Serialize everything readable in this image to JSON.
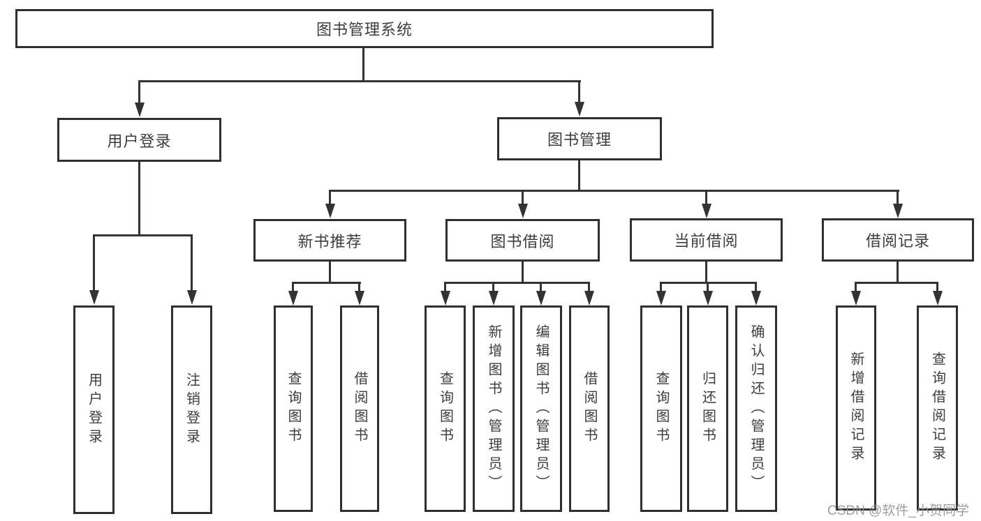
{
  "title": "图书管理系统",
  "level2": {
    "user_login": "用户登录",
    "book_management": "图书管理"
  },
  "level3": {
    "new_book_recommend": "新书推荐",
    "book_borrowing": "图书借阅",
    "current_borrowing": "当前借阅",
    "borrowing_records": "借阅记录"
  },
  "level4": {
    "user_login": "用户登录",
    "logout": "注销登录",
    "recommend_query_books": "查询图书",
    "recommend_borrow_books": "借阅图书",
    "borrowing_query_books": "查询图书",
    "borrowing_add_books": "新增图书（管理员）",
    "borrowing_edit_books": "编辑图书（管理员）",
    "borrowing_borrow_books": "借阅图书",
    "current_query_books": "查询图书",
    "current_return_books": "归还图书",
    "current_confirm_return": "确认归还（管理员）",
    "records_add_record": "新增借阅记录",
    "records_query_record": "查询借阅记录"
  },
  "watermark": "CSDN @软件_小贺同学",
  "colors": {
    "line": "#333333",
    "box_border": "#2f2f2f",
    "text": "#3d3d3d",
    "watermark": "#949494",
    "background": "#ffffff"
  }
}
